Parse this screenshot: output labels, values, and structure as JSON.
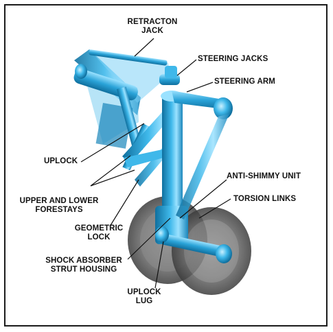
{
  "diagram": {
    "labels": {
      "retraction_jack": "RETRACTON\nJACK",
      "steering_jacks": "STEERING JACKS",
      "steering_arm": "STEERING ARM",
      "uplock": "UPLOCK",
      "forestays": "UPPER AND LOWER\nFORESTAYS",
      "anti_shimmy": "ANTI-SHIMMY UNIT",
      "torsion_links": "TORSION LINKS",
      "geometric_lock": "GEOMETRIC\nLOCK",
      "shock_absorber": "SHOCK ABSORBER\nSTRUT HOUSING",
      "uplock_lug": "UPLOCK\nLUG"
    },
    "colors": {
      "metal": "#2aa3d8",
      "metal_dark": "#0f6f9e",
      "metal_light": "#8fdcff",
      "tire": "#5a5a5a",
      "leader": "#111111"
    }
  }
}
